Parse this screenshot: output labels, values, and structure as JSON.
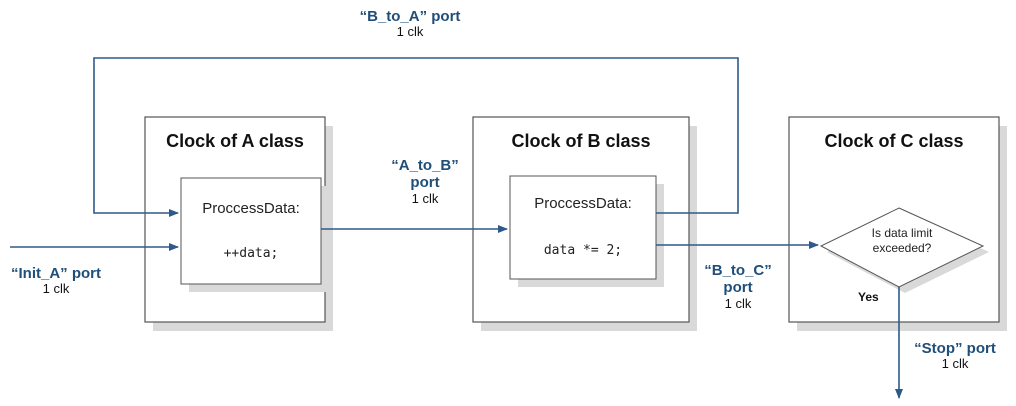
{
  "classes": {
    "a": {
      "title": "Clock of A class",
      "proc_label": "ProccessData:",
      "code": "++data;"
    },
    "b": {
      "title": "Clock of B class",
      "proc_label": "ProccessData:",
      "code": "data *= 2;"
    },
    "c": {
      "title": "Clock of C class",
      "decision": "Is data limit exceeded?",
      "decision_line1": "Is data limit",
      "decision_line2": "exceeded?",
      "yes_label": "Yes"
    }
  },
  "ports": {
    "b_to_a": {
      "name": "“B_to_A” port",
      "clk": "1 clk"
    },
    "a_to_b": {
      "name_line1": "“A_to_B”",
      "name_line2": "port",
      "clk": "1 clk"
    },
    "init_a": {
      "name": "“Init_A” port",
      "clk": "1 clk"
    },
    "b_to_c": {
      "name_line1": "“B_to_C”",
      "name_line2": "port",
      "clk": "1 clk"
    },
    "stop": {
      "name": "“Stop” port",
      "clk": "1 clk"
    }
  },
  "colors": {
    "arrow": "#2e5a8a",
    "port_label": "#1f4e79",
    "shadow": "#d9d9d9",
    "box_stroke": "#555555"
  }
}
